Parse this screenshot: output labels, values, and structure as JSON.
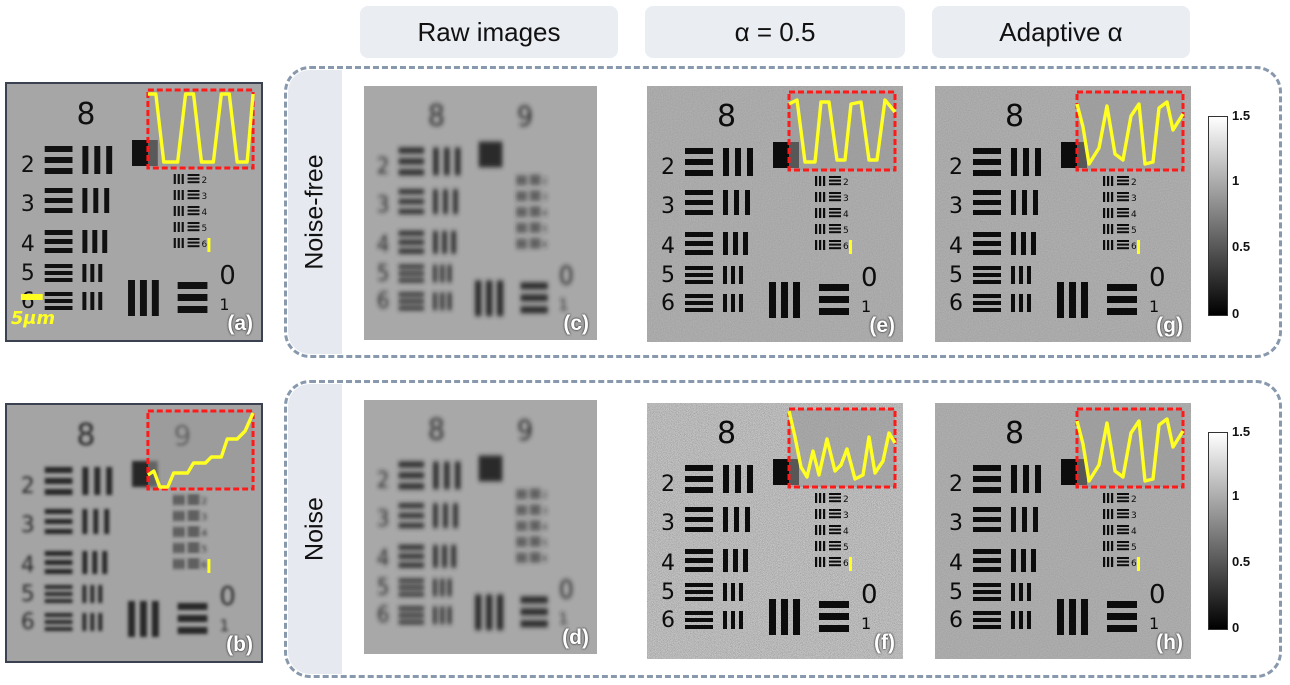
{
  "headers": [
    "Raw images",
    "α = 0.5",
    "Adaptive α"
  ],
  "rows": [
    "Noise-free",
    "Noise"
  ],
  "scale_bar": "5μm",
  "colorbar_ticks": [
    "1.5",
    "1",
    "0.5",
    "0"
  ],
  "target": {
    "group_labels": [
      "8",
      "9"
    ],
    "element_labels": [
      "2",
      "3",
      "4",
      "5",
      "6"
    ],
    "small_labels": [
      "2",
      "3",
      "4",
      "5",
      "6"
    ],
    "corner_labels": [
      "0",
      "1"
    ]
  },
  "panels": [
    {
      "tag": "(a)",
      "style": "ref",
      "profile": "clean"
    },
    {
      "tag": "(b)",
      "style": "pixel",
      "profile": "step"
    },
    {
      "tag": "(c)",
      "style": "blur",
      "profile": "none"
    },
    {
      "tag": "(d)",
      "style": "blur",
      "profile": "none"
    },
    {
      "tag": "(e)",
      "style": "recon",
      "profile": "smooth"
    },
    {
      "tag": "(f)",
      "style": "noisy",
      "profile": "noisy"
    },
    {
      "tag": "(g)",
      "style": "recon",
      "profile": "wavy"
    },
    {
      "tag": "(h)",
      "style": "recon",
      "profile": "wavy"
    }
  ],
  "colors": {
    "inset_border": "#ff1a1a",
    "profile_line": "#ffff22",
    "group_border": "#8899ad"
  }
}
